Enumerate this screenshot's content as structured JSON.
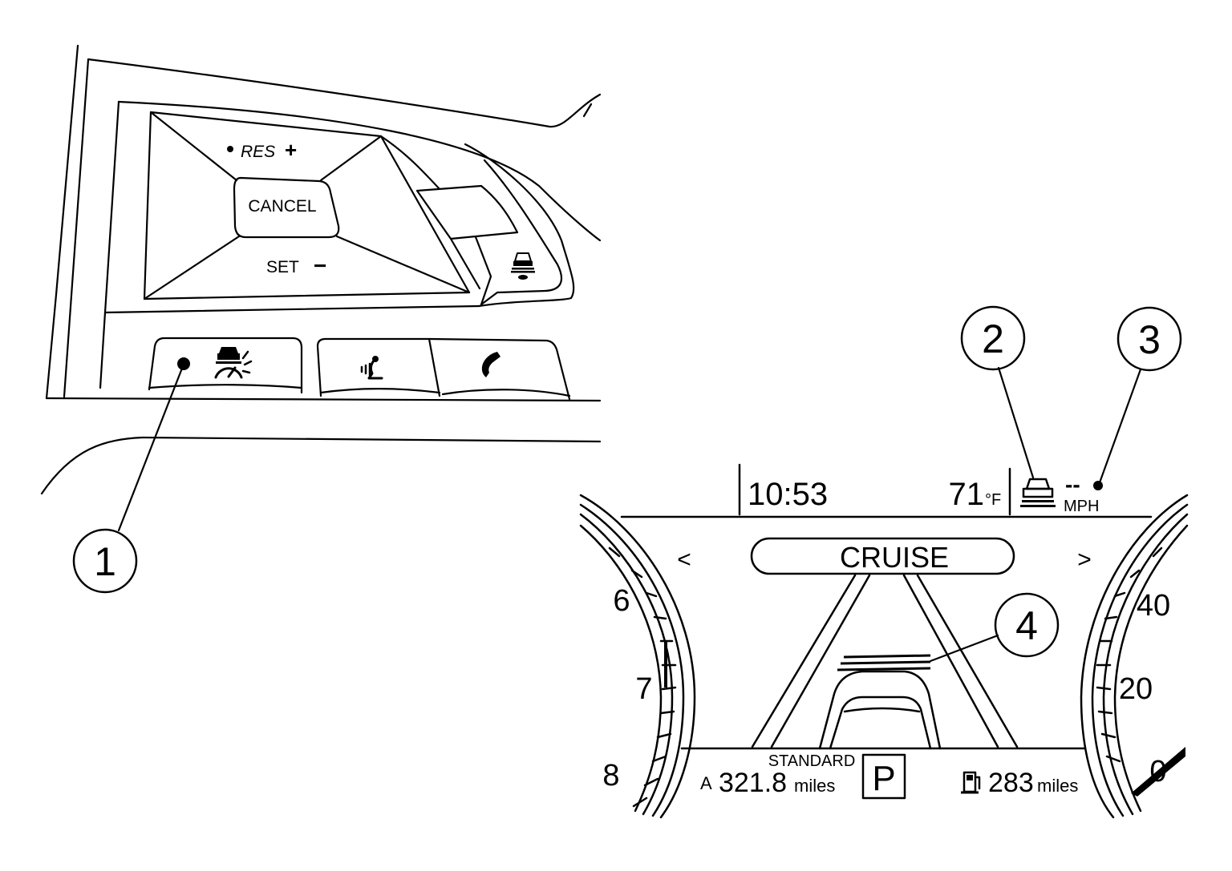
{
  "steering_switch": {
    "res_label": "RES",
    "res_sign": "+",
    "cancel_label": "CANCEL",
    "set_label": "SET",
    "set_sign": "−",
    "buttons": [
      {
        "icon": "intelligent-cruise-control-icon"
      },
      {
        "icon": "voice-recognition-icon"
      },
      {
        "icon": "phone-icon"
      },
      {
        "icon": "distance-button-icon"
      }
    ]
  },
  "cluster": {
    "time": "10:53",
    "temperature": "71",
    "temperature_unit": "°F",
    "set_speed": "--",
    "speed_unit": "MPH",
    "screen_title": "CRUISE",
    "left_arrow": "<",
    "right_arrow": ">",
    "drive_mode": "STANDARD",
    "trip_label": "A",
    "trip_value": "321.8",
    "trip_unit": "miles",
    "gear": "P",
    "range_value": "283",
    "range_unit": "miles",
    "tach_labels": [
      "6",
      "7",
      "8"
    ],
    "speedo_labels": [
      "40",
      "20",
      "0"
    ]
  },
  "callouts": [
    "1",
    "2",
    "3",
    "4"
  ]
}
